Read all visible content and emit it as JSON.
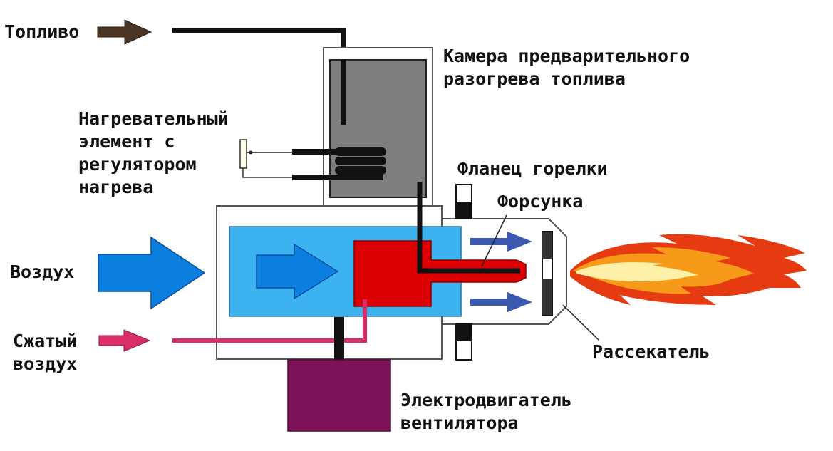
{
  "labels": {
    "fuel": "Топливо",
    "preheat_chamber": [
      "Камера предварительного",
      "разогрева топлива"
    ],
    "heating_element": [
      "Нагревательный",
      "элемент с",
      "регулятором",
      "нагрева"
    ],
    "burner_flange": "Фланец горелки",
    "nozzle": "Форсунка",
    "air": "Воздух",
    "compressed_air": [
      "Сжатый",
      "воздух"
    ],
    "diffuser": "Рассекатель",
    "fan_motor": [
      "Электродвигатель",
      "вентилятора"
    ]
  },
  "colors": {
    "fuel_arrow": "#4a3424",
    "fuel_line": "#111111",
    "chamber_fill": "#7e7e7c",
    "housing_fill": "#ffffff",
    "air_duct": "#3cb3f0",
    "air_arrow": "#0a7fe0",
    "combustion_block": "#dd0000",
    "nozzle": "#cc0000",
    "compressed_air": "#d92e6a",
    "motor": "#7e1258",
    "flow_arrows": "#3c59b0",
    "flame_outer": "#e63a10",
    "flame_middle": "#f79a1a",
    "flame_core": "#fff1a8"
  }
}
